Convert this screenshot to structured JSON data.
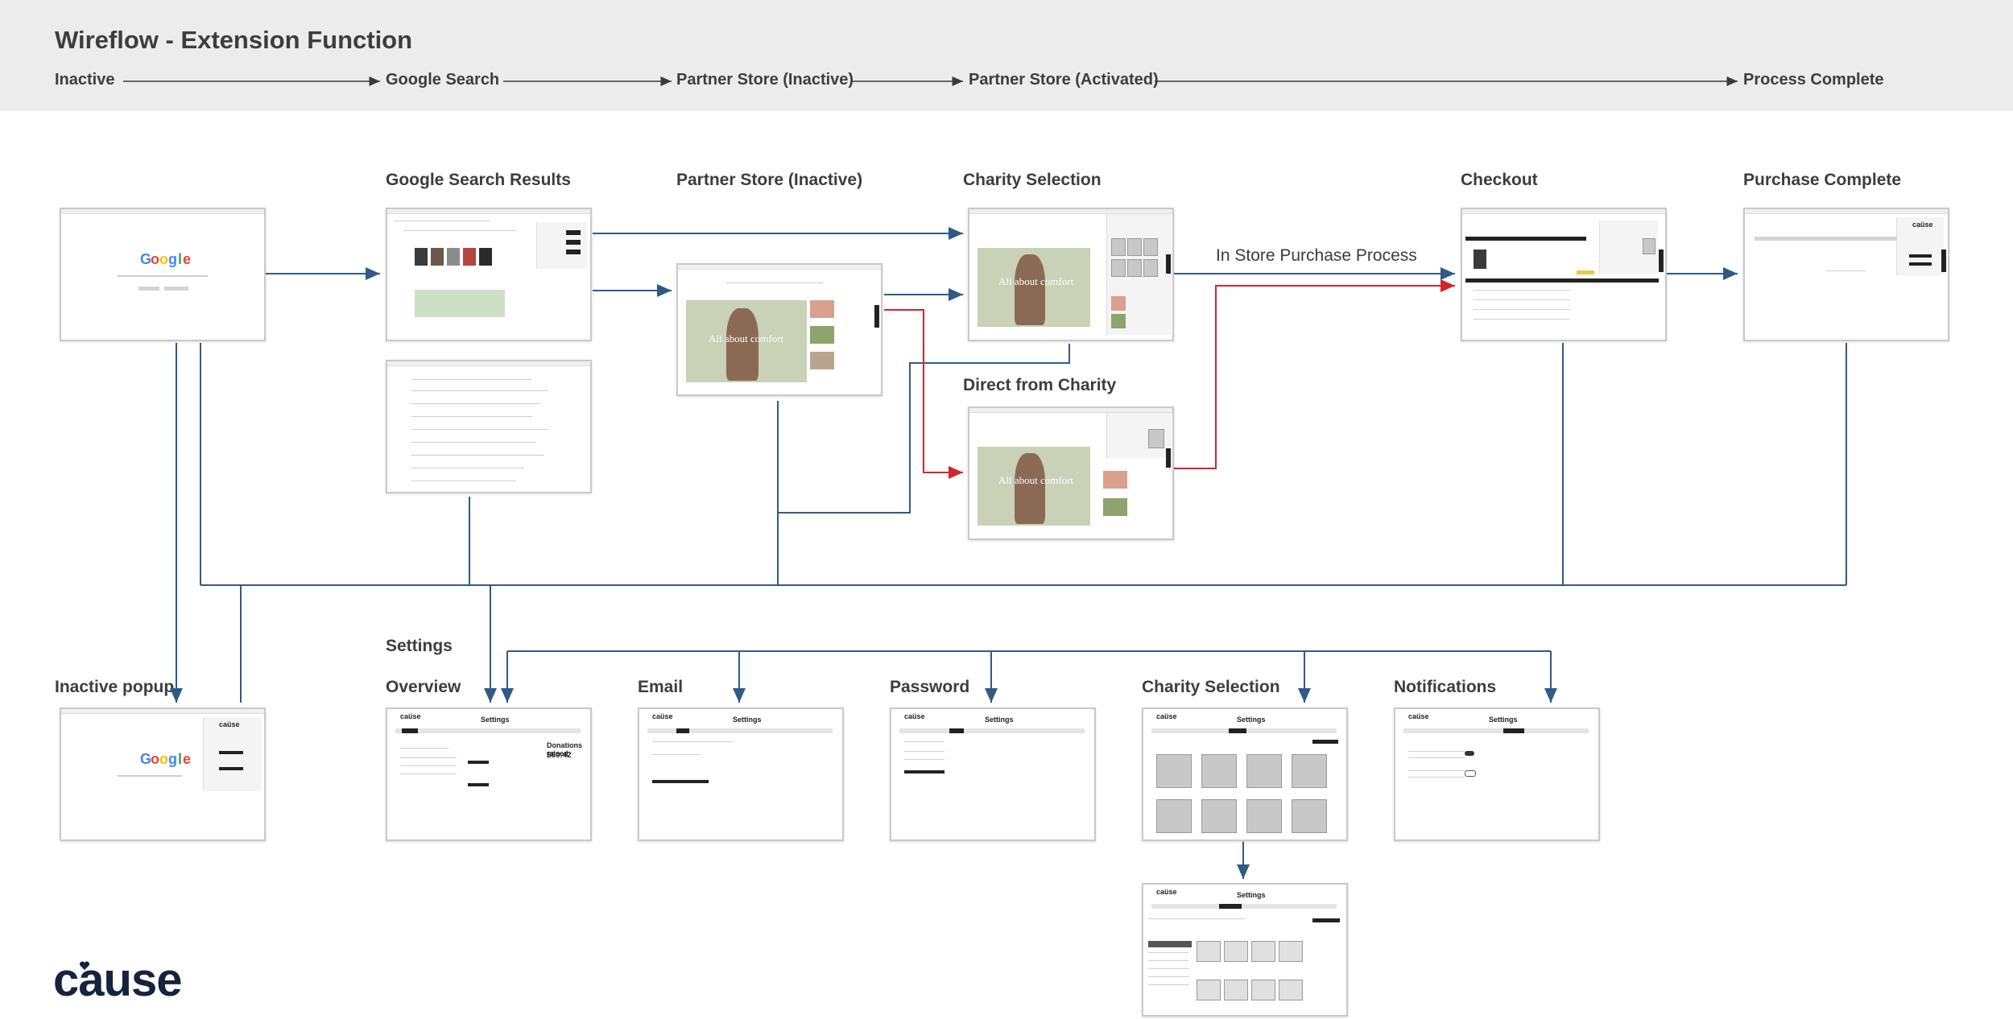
{
  "title": "Wireflow - Extension Function",
  "steps": [
    "Inactive",
    "Google Search",
    "Partner Store (Inactive)",
    "Partner Store (Activated)",
    "Process Complete"
  ],
  "sections": {
    "google_results": "Google Search Results",
    "partner_inactive": "Partner Store (Inactive)",
    "charity_selection": "Charity Selection",
    "direct_charity": "Direct from Charity",
    "checkout": "Checkout",
    "purchase_complete": "Purchase Complete",
    "inactive_popup": "Inactive popup",
    "settings": "Settings",
    "overview": "Overview",
    "email": "Email",
    "password": "Password",
    "settings_charity": "Charity Selection",
    "notifications": "Notifications"
  },
  "annotation": "In Store Purchase Process",
  "brand": {
    "logo": "cause",
    "mini_logo": "caüse",
    "settings_title": "Settings",
    "store_tagline": "All about comfort",
    "google": [
      "G",
      "o",
      "o",
      "g",
      "l",
      "e"
    ],
    "google_colors": [
      "#4285F4",
      "#EA4335",
      "#FBBC05",
      "#4285F4",
      "#34A853",
      "#EA4335"
    ],
    "donations_label": "Donations raised",
    "donations_value": "$60.42"
  },
  "colors": {
    "blue_connector": "#2f5b86",
    "red_connector": "#d0262f",
    "header_band": "#ececec"
  }
}
